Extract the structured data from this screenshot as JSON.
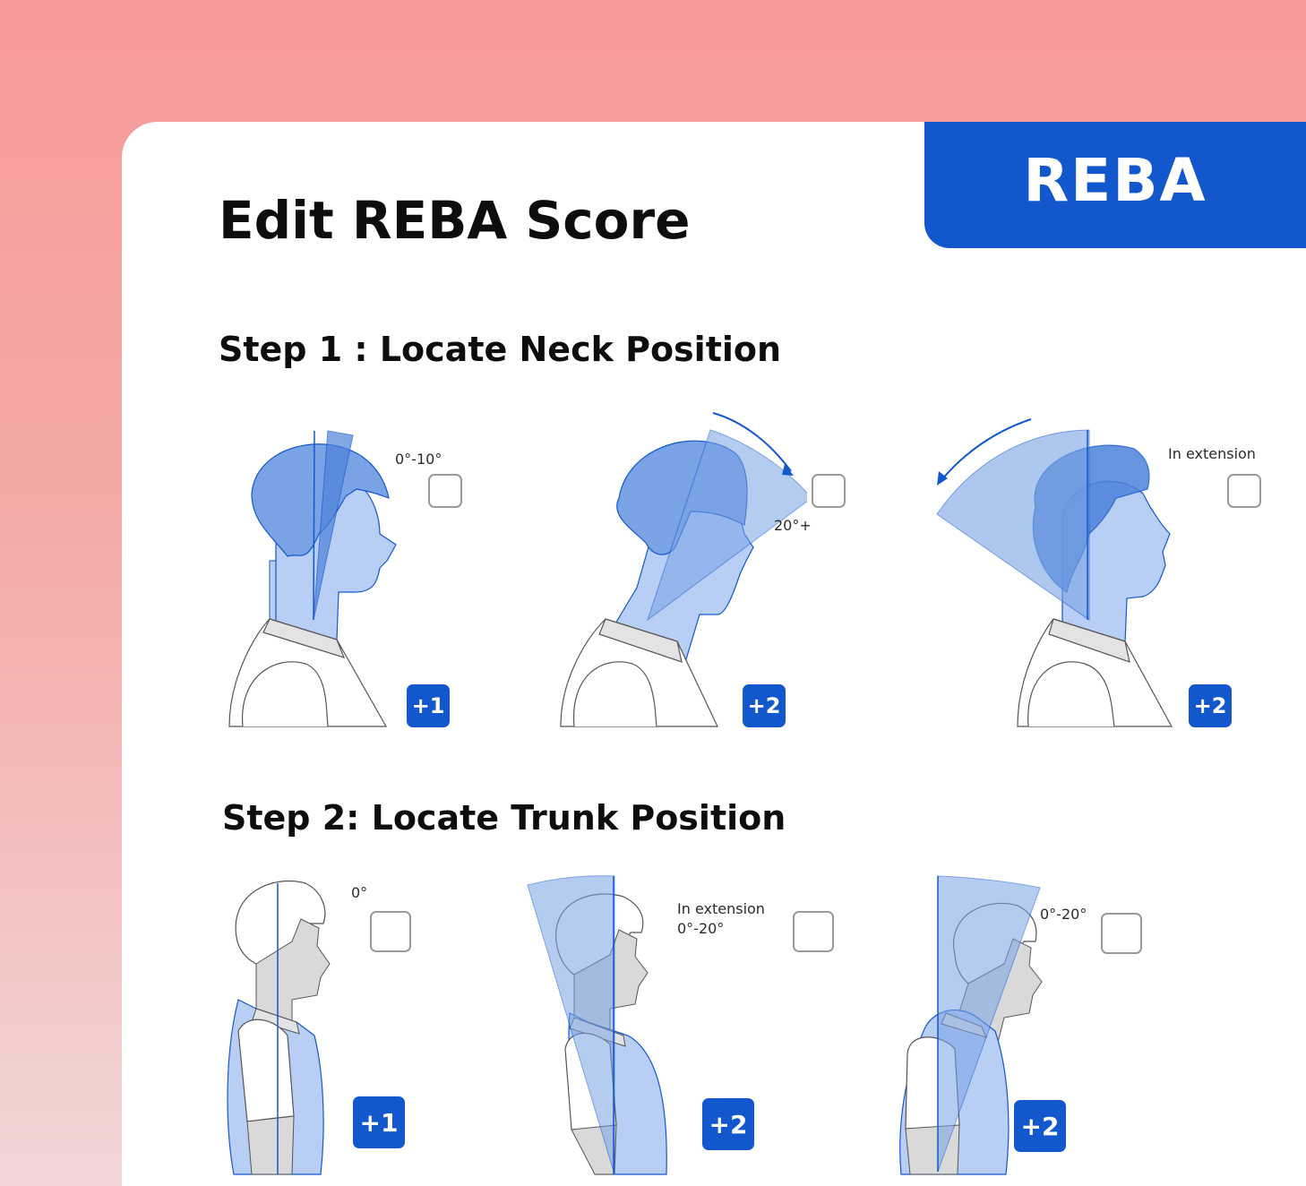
{
  "page": {
    "title": "Edit REBA Score",
    "tag": "REBA"
  },
  "steps": [
    {
      "label": "Step 1 : Locate Neck Position",
      "options": [
        {
          "angle": "0°-10°",
          "score": "+1"
        },
        {
          "angle": "20°+",
          "score": "+2"
        },
        {
          "angle": "In extension",
          "score": "+2"
        }
      ]
    },
    {
      "label": "Step 2: Locate Trunk Position",
      "options": [
        {
          "angle": "0°",
          "score": "+1"
        },
        {
          "angle": "In extension\n0°-20°",
          "score": "+2"
        },
        {
          "angle": "0°-20°",
          "score": "+2"
        }
      ]
    }
  ],
  "colors": {
    "accent": "#1357cc",
    "wedge": "#7aa3e6",
    "figure_fill": "#b8cef5"
  }
}
